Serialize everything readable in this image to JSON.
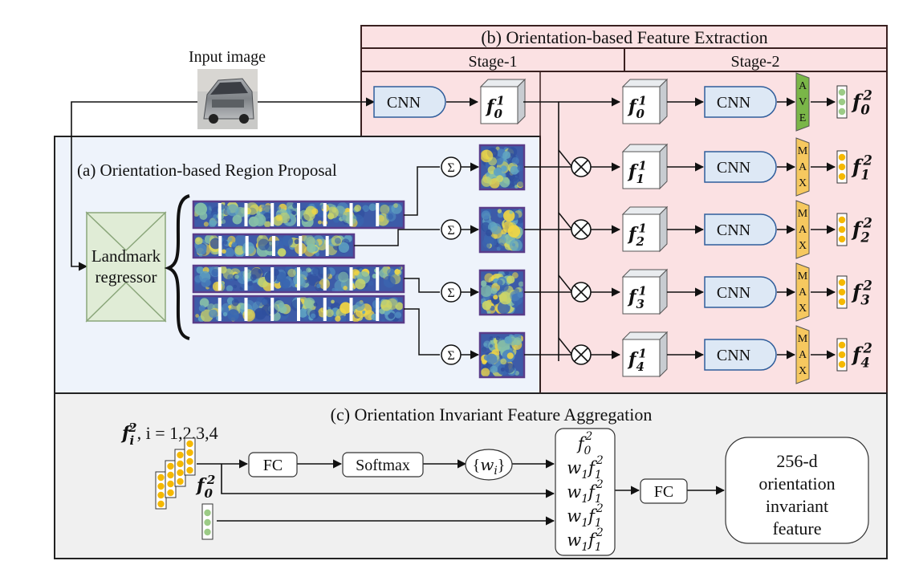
{
  "input": {
    "label": "Input image"
  },
  "panel_a": {
    "title": "(a) Orientation-based Region Proposal",
    "regressor_line1": "Landmark",
    "regressor_line2": "regressor",
    "sum_symbol": "Σ"
  },
  "panel_b": {
    "title": "(b) Orientation-based Feature Extraction",
    "stage1": "Stage-1",
    "stage2": "Stage-2"
  },
  "panel_c": {
    "title": "(c) Orientation Invariant Feature Aggregation"
  },
  "modules": {
    "cnn": "CNN",
    "fc": "FC",
    "softmax": "Softmax",
    "ave": [
      "A",
      "V",
      "E"
    ],
    "max": [
      "M",
      "A",
      "X"
    ],
    "multiply": "⊗"
  },
  "features": {
    "stage1": [
      {
        "base": "f",
        "sub": "0",
        "sup": "1"
      },
      {
        "base": "f",
        "sub": "1",
        "sup": "1"
      },
      {
        "base": "f",
        "sub": "2",
        "sup": "1"
      },
      {
        "base": "f",
        "sub": "3",
        "sup": "1"
      },
      {
        "base": "f",
        "sub": "4",
        "sup": "1"
      }
    ],
    "stage2": [
      {
        "base": "f",
        "sub": "0",
        "sup": "2"
      },
      {
        "base": "f",
        "sub": "1",
        "sup": "2"
      },
      {
        "base": "f",
        "sub": "2",
        "sup": "2"
      },
      {
        "base": "f",
        "sub": "3",
        "sup": "2"
      },
      {
        "base": "f",
        "sub": "4",
        "sup": "2"
      }
    ]
  },
  "aggregation": {
    "input_label": {
      "base": "f",
      "sub": "i",
      "sup": "2",
      "rest": ", i = 1,2,3,4"
    },
    "f0_label": {
      "base": "f",
      "sub": "0",
      "sup": "2"
    },
    "weights": {
      "open": "{",
      "base": "w",
      "sub": "i",
      "close": "}"
    },
    "concat_rows": [
      {
        "w": "",
        "wsub": "",
        "f": "f",
        "fsub": "0",
        "fsup": "2"
      },
      {
        "w": "w",
        "wsub": "1",
        "f": "f",
        "fsub": "1",
        "fsup": "2"
      },
      {
        "w": "w",
        "wsub": "1",
        "f": "f",
        "fsub": "1",
        "fsup": "2"
      },
      {
        "w": "w",
        "wsub": "1",
        "f": "f",
        "fsub": "1",
        "fsup": "2"
      },
      {
        "w": "w",
        "wsub": "1",
        "f": "f",
        "fsub": "1",
        "fsup": "2"
      }
    ],
    "output_lines": [
      "256-d",
      "orientation",
      "invariant",
      "feature"
    ]
  },
  "colors": {
    "panel_a_bg": "#eef3fb",
    "panel_b_bg": "#fbe1e3",
    "panel_c_bg": "#f0f0f0",
    "cnn_fill": "#dde8f5",
    "regressor_fill": "#e0ecd6",
    "ave_fill": "#7ab648",
    "max_fill": "#f6c85f",
    "yellow_dot": "#f5b800",
    "green_dot": "#9ccb86",
    "heatmap_border": "#5a3d8a"
  }
}
